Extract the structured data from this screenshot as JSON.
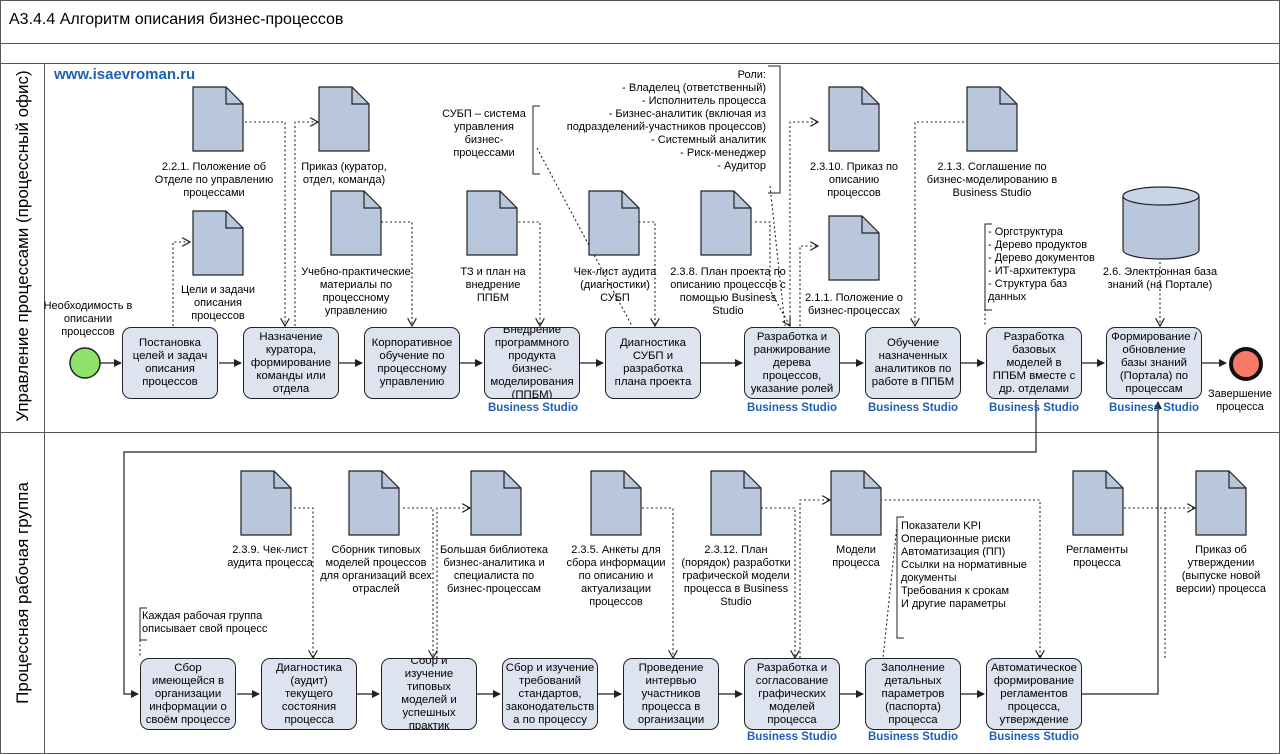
{
  "title": "А3.4.4 Алгоритм описания бизнес-процессов",
  "site": "www.isaevroman.ru",
  "lanes": {
    "top": "Управление процессами (процессный офис)",
    "bottom": "Процессная рабочая группа"
  },
  "tool": "Business Studio",
  "start_event": "Необходимость в описании процессов",
  "end_event": "Завершение процесса",
  "top_processes": [
    "Постановка целей и задач описания процессов",
    "Назначение куратора, формирование команды или отдела",
    "Корпоративное обучение по процессному управлению",
    "Внедрение программного продукта бизнес-моделирования (ППБМ)",
    "Диагностика СУБП и разработка плана проекта",
    "Разработка и ранжирование дерева процессов, указание ролей",
    "Обучение назначенных аналитиков по работе в ППБМ",
    "Разработка базовых моделей в ППБМ вместе с др. отделами",
    "Формирование / обновление базы знаний (Портала) по процессам"
  ],
  "bottom_processes": [
    "Сбор имеющейся в организации информации о своём процессе",
    "Диагностика (аудит) текущего состояния процесса",
    "Сбор и изучение типовых моделей и успешных практик",
    "Сбор и изучение требований стандартов, законодательств а по процессу",
    "Проведение интервью участников процесса в организации",
    "Разработка и согласование графических моделей процесса",
    "Заполнение детальных параметров (паспорта) процесса",
    "Автоматическое формирование регламентов процесса, утверждение"
  ],
  "documents": {
    "d1": "Цели и задачи описания процессов",
    "d2": "2.2.1. Положение об Отделе по управлению процессами",
    "d3": "Приказ (куратор, отдел, команда)",
    "d4": "Учебно-практические материалы по процессному управлению",
    "d5": "ТЗ и план на внедрение ППБМ",
    "d6": "Чек-лист аудита (диагностики) СУБП",
    "d7": "2.3.8. План проекта по описанию процессов с помощью Business Studio",
    "d8": "2.3.10. Приказ по описанию процессов",
    "d9": "2.1.1. Положение о бизнес-процессах",
    "d10": "2.1.3. Соглашение по бизнес-моделированию в Business Studio",
    "db": "2.6. Электронная база знаний (на Портале)",
    "b1": "2.3.9. Чек-лист аудита процесса",
    "b2": "Сборник типовых моделей процессов для организаций всех отраслей",
    "b3": "Большая библиотека бизнес-аналитика и специалиста по бизнес-процессам",
    "b4": "2.3.5. Анкеты для сбора информации по описанию и актуализации процессов",
    "b5": "2.3.12. План (порядок) разработки графической модели процесса в Business Studio",
    "b6": "Модели процесса",
    "b7": "Регламенты процесса",
    "b8": "Приказ об утверждении (выпуске новой версии) процесса"
  },
  "annotations": {
    "subp": "СУБП – система управления бизнес-процессами",
    "roles": "Роли:\n- Владелец (ответственный)\n- Исполнитель процесса\n- Бизнес-аналитик (включая из подразделений-участников процессов)\n- Системный аналитик\n- Риск-менеджер\n- Аудитор",
    "structure": "- Оргструктура\n- Дерево продуктов\n- Дерево документов\n- ИТ-архитектура\n- Структура баз данных",
    "each_group": "Каждая рабочая группа описывает свой процесс",
    "params": "Показатели KPI\nОперационные риски\nАвтоматизация (ПП)\nСсылки на нормативные документы\nТребования к срокам\nИ другие параметры"
  },
  "colors": {
    "process_fill": "#dde4f0",
    "doc_fill": "#b9c7dc",
    "start": "#8fe36a",
    "end": "#f47a63",
    "accent": "#1f5fb4"
  }
}
